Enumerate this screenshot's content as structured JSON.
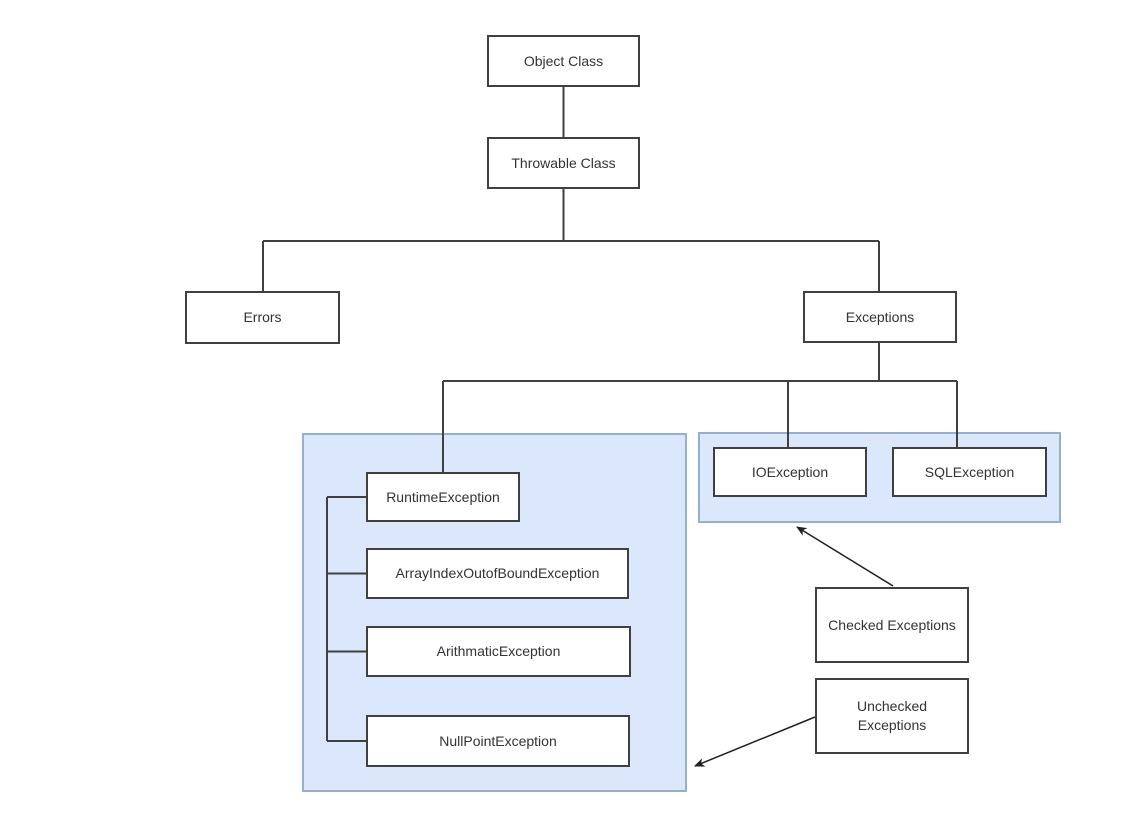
{
  "diagram": {
    "nodes": {
      "object": {
        "label": "Object Class"
      },
      "throwable": {
        "label": "Throwable Class"
      },
      "errors": {
        "label": "Errors"
      },
      "exceptions": {
        "label": "Exceptions"
      },
      "io": {
        "label": "IOException"
      },
      "sql": {
        "label": "SQLException"
      },
      "runtime": {
        "label": "RuntimeException"
      },
      "arrayindex": {
        "label": "ArrayIndexOutofBoundException"
      },
      "arithmatic": {
        "label": "ArithmaticException"
      },
      "nullpoint": {
        "label": "NullPointException"
      },
      "checked": {
        "label": "Checked Exceptions"
      },
      "unchecked": {
        "label": "Unchecked\nExceptions"
      }
    },
    "colors": {
      "node_border": "#404040",
      "node_fill": "#ffffff",
      "group_fill": "#dbe8fb",
      "group_border": "#95afd2",
      "connector": "#404040",
      "text": "#333333",
      "background": "#ffffff"
    }
  }
}
